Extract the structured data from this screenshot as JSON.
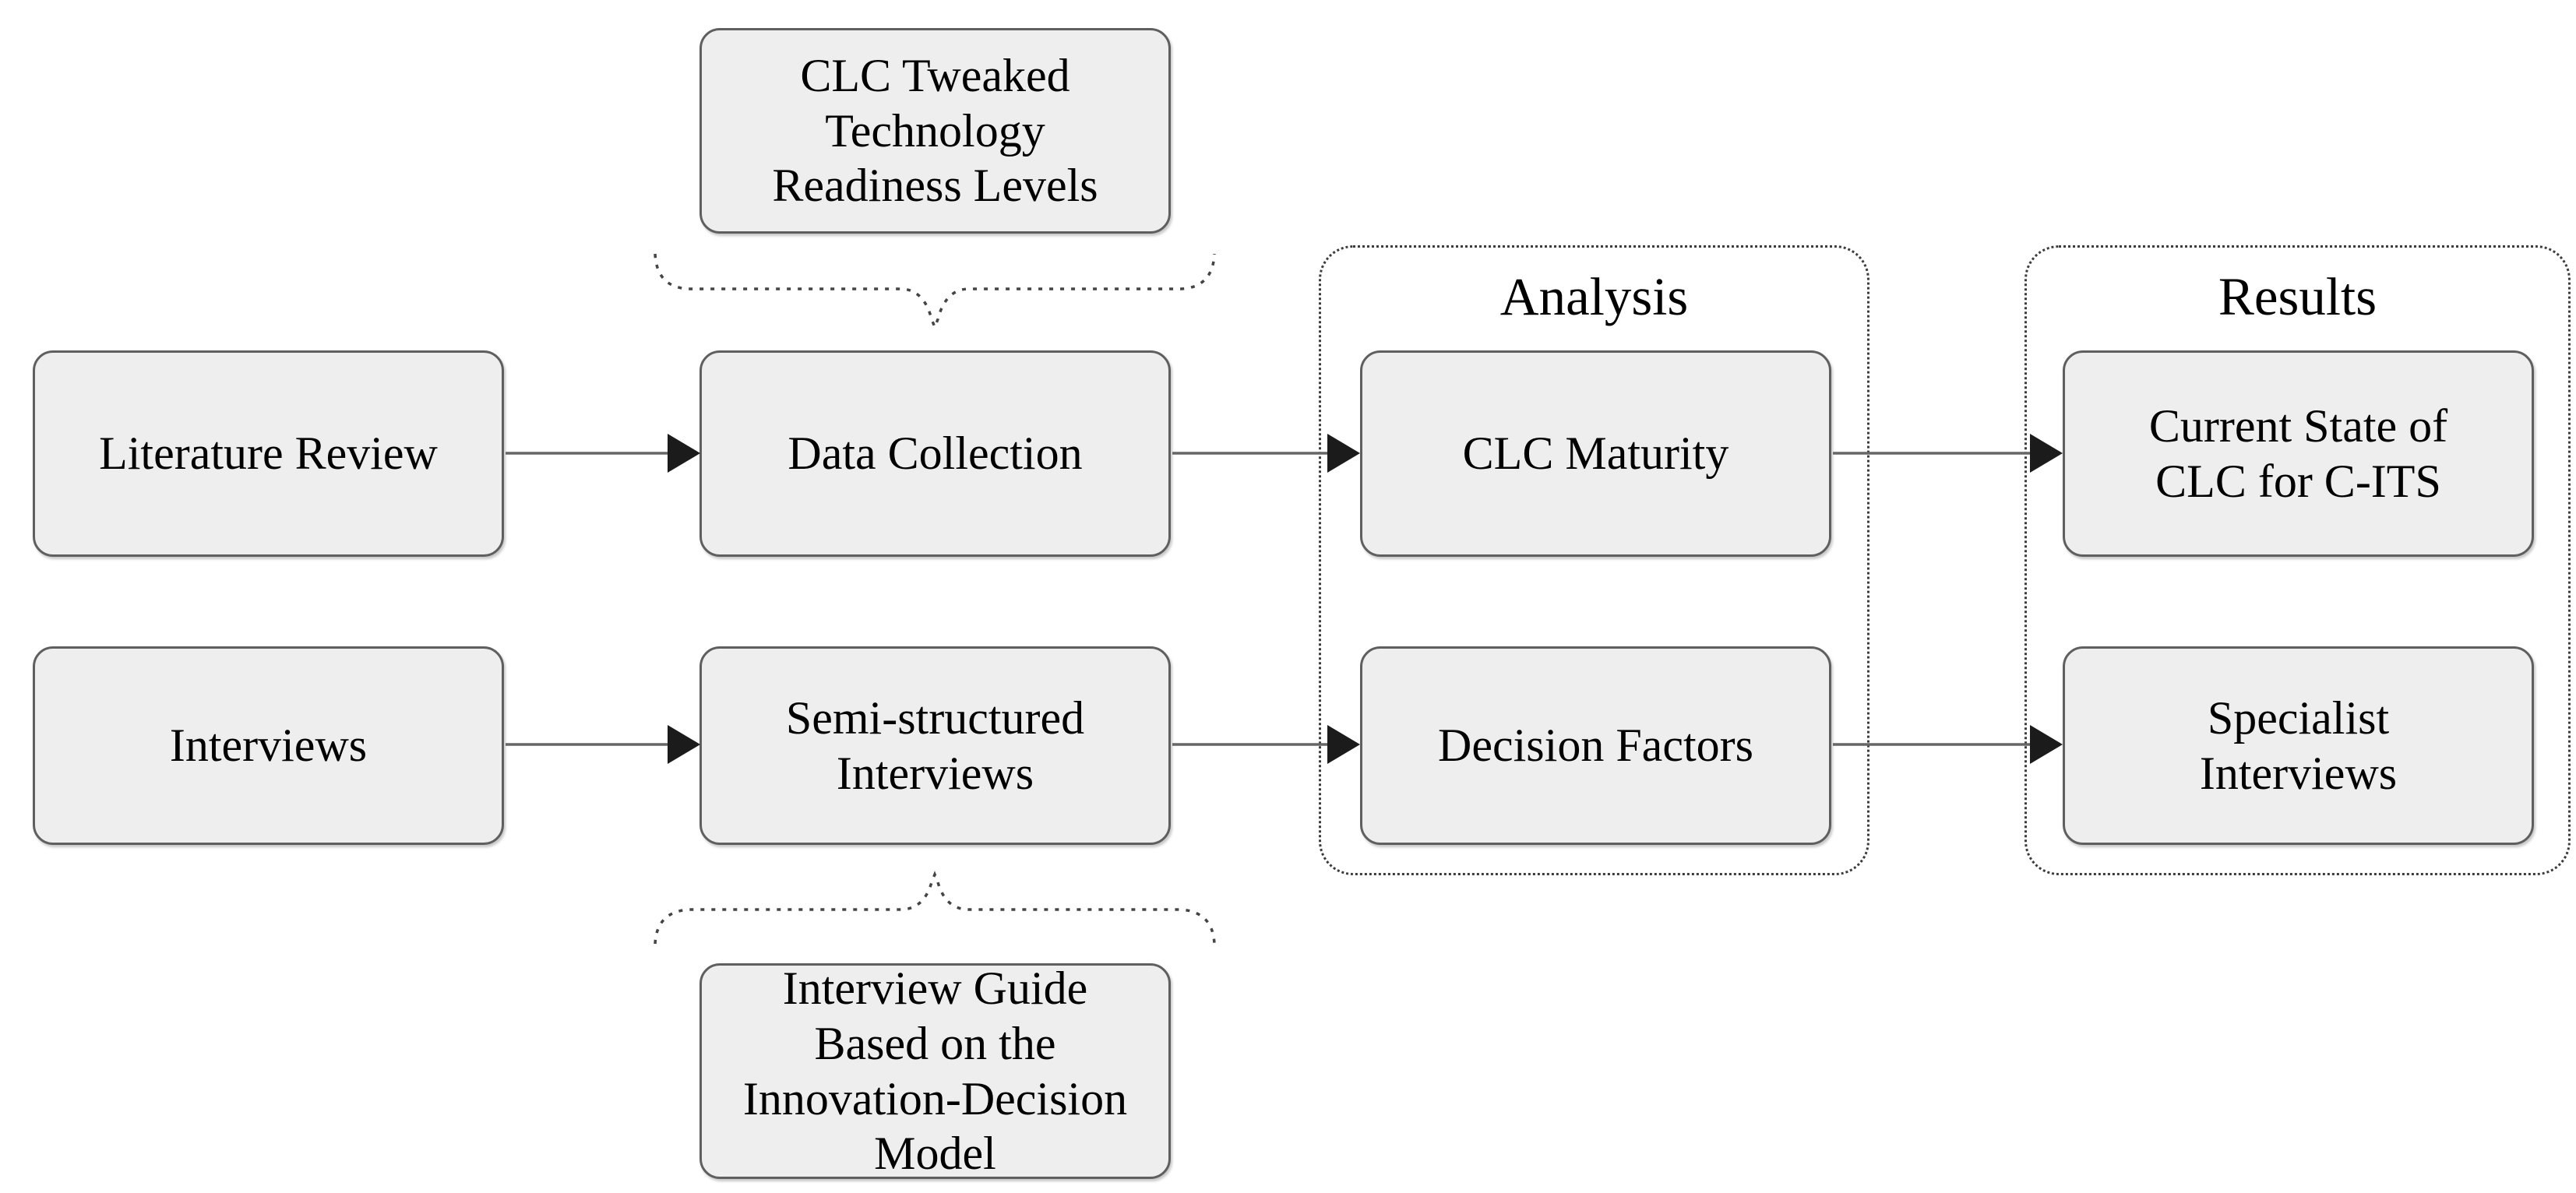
{
  "colors": {
    "background": "#ffffff",
    "node_fill": "#eeeeee",
    "node_border": "#5f5f5f",
    "group_border": "#3c3c3c",
    "arrow_line": "#666666",
    "arrow_head": "#1b1b1b",
    "text": "#000000"
  },
  "nodes": [
    {
      "label": "Literature Review"
    },
    {
      "label": "Data Collection"
    },
    {
      "label": "CLC Maturity"
    },
    {
      "label": "Current State of\nCLC for C-ITS"
    },
    {
      "label": "Interviews"
    },
    {
      "label": "Semi-structured\nInterviews"
    },
    {
      "label": "Decision Factors"
    },
    {
      "label": "Specialist\nInterviews"
    }
  ],
  "notes": {
    "top": "CLC Tweaked\nTechnology\nReadiness Levels",
    "bottom": "Interview Guide\nBased on the\nInnovation-Decision\nModel"
  },
  "groups": [
    {
      "label": "Analysis"
    },
    {
      "label": "Results"
    }
  ]
}
